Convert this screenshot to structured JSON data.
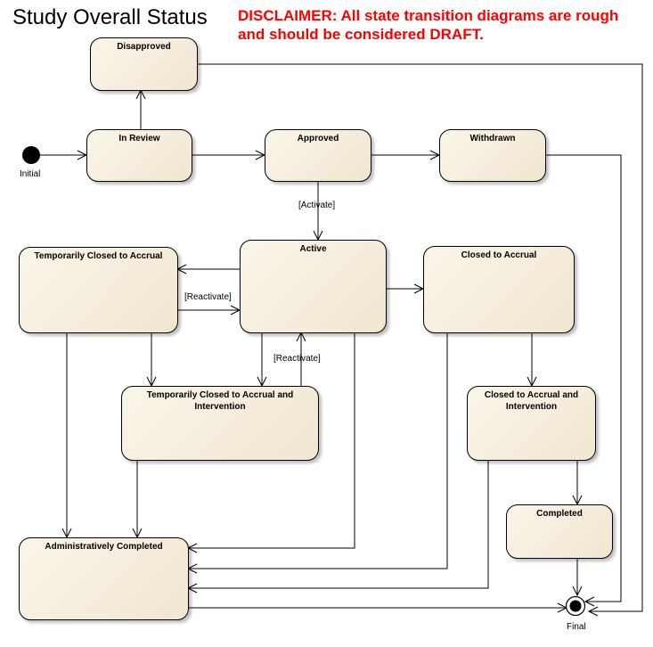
{
  "title": "Study Overall Status",
  "disclaimer": "DISCLAIMER:  All state transition diagrams are rough and should be considered DRAFT.",
  "states": {
    "disapproved": "Disapproved",
    "in_review": "In Review",
    "approved": "Approved",
    "withdrawn": "Withdrawn",
    "active": "Active",
    "temp_closed_accrual": "Temporarily Closed to Accrual",
    "closed_accrual": "Closed to Accrual",
    "temp_closed_intervention": "Temporarily Closed to Accrual and Intervention",
    "closed_intervention": "Closed to Accrual and Intervention",
    "completed": "Completed",
    "admin_completed": "Administratively Completed"
  },
  "pseudo_states": {
    "initial": "Initial",
    "final": "Final"
  },
  "transition_labels": {
    "activate": "[Activate]",
    "reactivate_1": "[Reactivate]",
    "reactivate_2": "[Reactivate]"
  }
}
